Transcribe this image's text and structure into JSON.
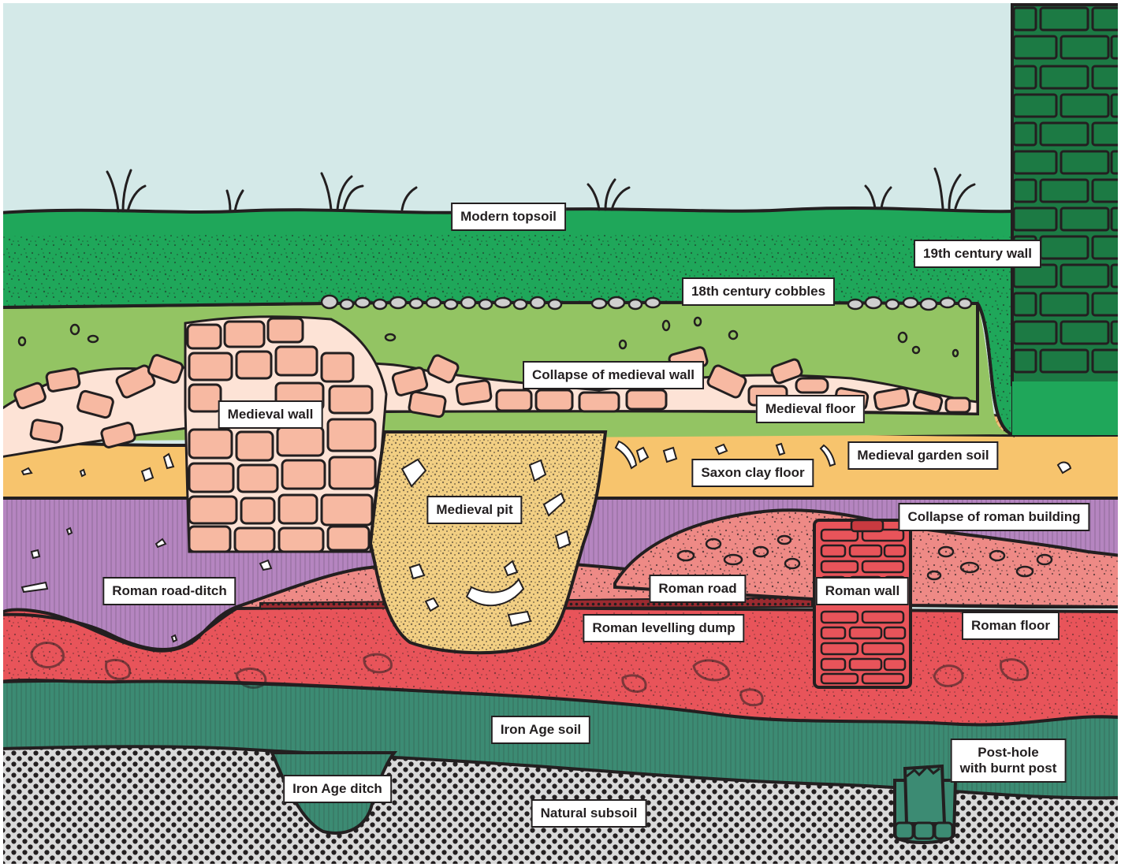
{
  "colors": {
    "sky": "#d4e9e8",
    "topsoil": "#1fa75a",
    "medieval_garden_soil": "#93c463",
    "medieval_floor": "#e7b065",
    "saxon_clay_floor": "#f7c46d",
    "roman_road_ditch_fill": "#b585c0",
    "roman_levelling_dump": "#e8545a",
    "collapse_roman_building": "#ee8a86",
    "roman_road_surface": "#9b2a30",
    "iron_age_soil": "#3c8b73",
    "natural_subsoil": "#d9d9d9",
    "brick_wall": "#1c7a44",
    "stone": "#f7b9a2",
    "outline": "#231f20"
  },
  "labels": {
    "modern_topsoil": "Modern topsoil",
    "nineteenth_century_wall": "19th century wall",
    "eighteenth_century_cobbles": "18th century cobbles",
    "collapse_of_medieval_wall": "Collapse of medieval wall",
    "medieval_wall": "Medieval wall",
    "medieval_floor": "Medieval floor",
    "medieval_garden_soil": "Medieval garden soil",
    "saxon_clay_floor": "Saxon clay floor",
    "medieval_pit": "Medieval pit",
    "collapse_of_roman_building": "Collapse of roman building",
    "roman_road_ditch": "Roman road-ditch",
    "roman_road": "Roman road",
    "roman_wall": "Roman wall",
    "roman_levelling_dump": "Roman levelling dump",
    "roman_floor": "Roman floor",
    "iron_age_soil": "Iron Age soil",
    "post_hole_with_burnt_post": "Post-hole\nwith burnt post",
    "iron_age_ditch": "Iron Age ditch",
    "natural_subsoil": "Natural subsoil"
  }
}
